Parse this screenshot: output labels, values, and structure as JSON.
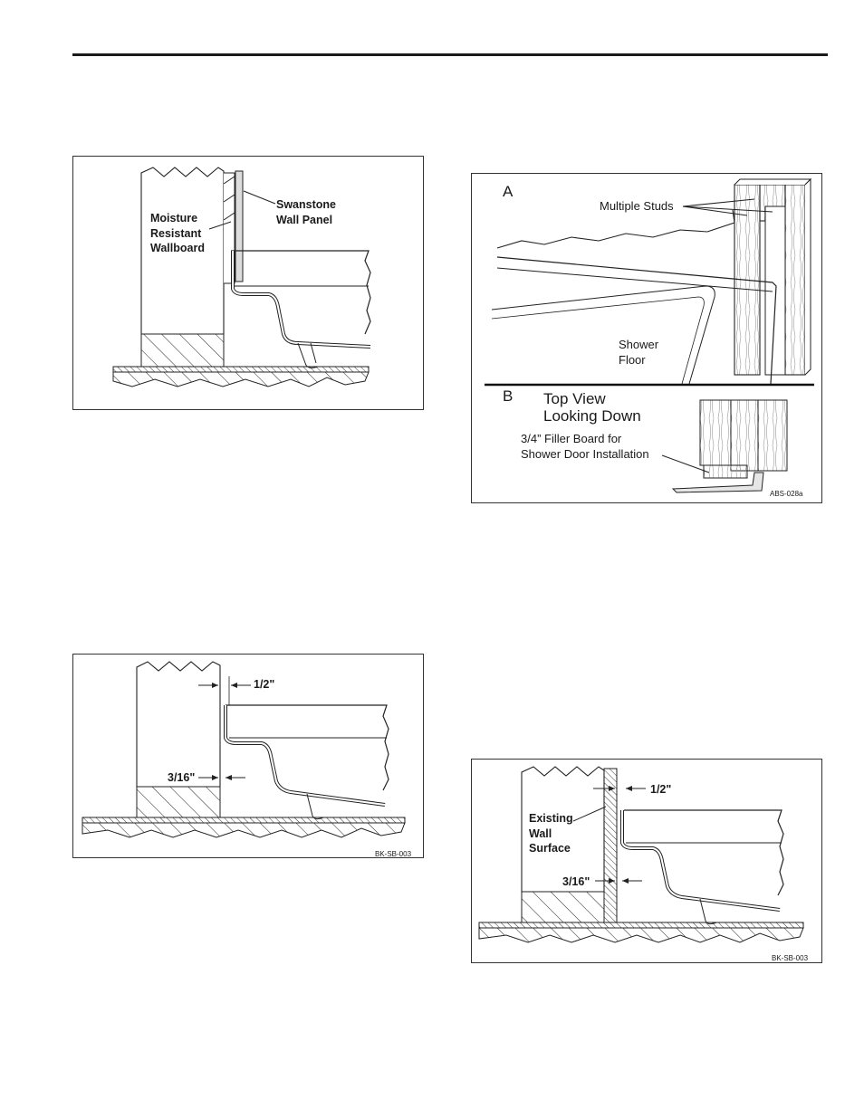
{
  "fig1": {
    "label_wallboard": "Moisture\nResistant\nWallboard",
    "label_panel": "Swanstone\nWall Panel"
  },
  "fig2": {
    "label_a": "A",
    "label_studs": "Multiple Studs",
    "label_floor": "Shower\nFloor",
    "label_b": "B",
    "label_topview": "Top View\nLooking Down",
    "label_filler": "3/4” Filler Board for\nShower Door Installation",
    "code": "ABS-028a"
  },
  "fig3": {
    "dim_top": "1/2\"",
    "dim_bottom": "3/16\"",
    "code": "BK-SB-003"
  },
  "fig4": {
    "label_wall": "Existing\nWall\nSurface",
    "dim_top": "1/2\"",
    "dim_bottom": "3/16\"",
    "code": "BK-SB-003"
  }
}
